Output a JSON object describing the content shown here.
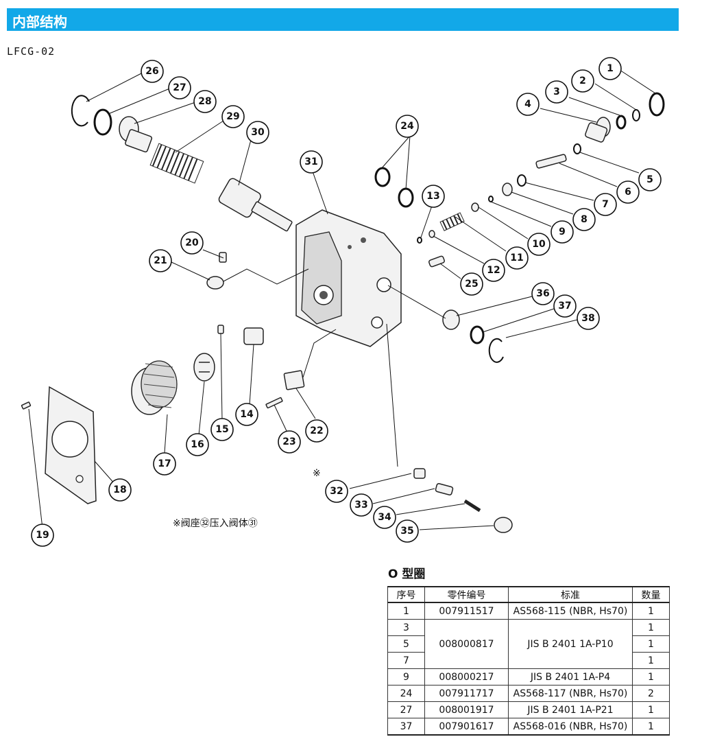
{
  "header": {
    "title": "内部结构",
    "bg_color": "#12a8e8"
  },
  "model": "LFCG-02",
  "diagram_labels": [
    "1",
    "2",
    "3",
    "4",
    "5",
    "6",
    "7",
    "8",
    "9",
    "10",
    "11",
    "12",
    "13",
    "14",
    "15",
    "16",
    "17",
    "18",
    "19",
    "20",
    "21",
    "22",
    "23",
    "24",
    "25",
    "26",
    "27",
    "28",
    "29",
    "30",
    "31",
    "32",
    "33",
    "34",
    "35",
    "36",
    "37",
    "38"
  ],
  "asterisk_mark": "※",
  "note": "※阀座㉜压入阀体㉛",
  "table": {
    "title": "O 型圈",
    "headers": [
      "序号",
      "零件编号",
      "标准",
      "数量"
    ],
    "rows": [
      {
        "no": "1",
        "part": "007911517",
        "std": "AS568-115 (NBR, Hs70)",
        "qty": "1"
      },
      {
        "no": "3",
        "part": "008000817",
        "std": "JIS B 2401 1A-P10",
        "qty": "1"
      },
      {
        "no": "5",
        "qty": "1"
      },
      {
        "no": "7",
        "qty": "1"
      },
      {
        "no": "9",
        "part": "008000217",
        "std": "JIS B 2401 1A-P4",
        "qty": "1"
      },
      {
        "no": "24",
        "part": "007911717",
        "std": "AS568-117 (NBR, Hs70)",
        "qty": "2"
      },
      {
        "no": "27",
        "part": "008001917",
        "std": "JIS B 2401 1A-P21",
        "qty": "1"
      },
      {
        "no": "37",
        "part": "007901617",
        "std": "AS568-016 (NBR, Hs70)",
        "qty": "1"
      }
    ]
  }
}
